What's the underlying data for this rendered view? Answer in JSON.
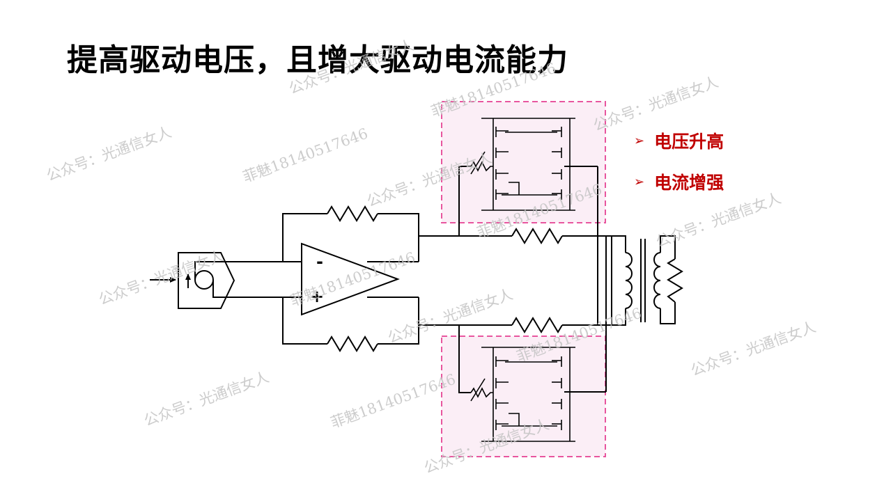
{
  "title": "提高驱动电压，且增大驱动电流能力",
  "bullets": [
    {
      "label": "电压升高",
      "icon": "arrowhead-bullet-icon"
    },
    {
      "label": "电流增强",
      "icon": "arrowhead-bullet-icon"
    }
  ],
  "opamp": {
    "minus_label": "-",
    "plus_label": "+"
  },
  "watermarks": [
    "公众号：光通信女人",
    "菲魅18140517646"
  ],
  "colors": {
    "accent": "#c00000",
    "driver_box_fill": "#fbeef6",
    "driver_box_border": "#e8559e",
    "wire": "#000000",
    "watermark": "#c4c4c4"
  }
}
